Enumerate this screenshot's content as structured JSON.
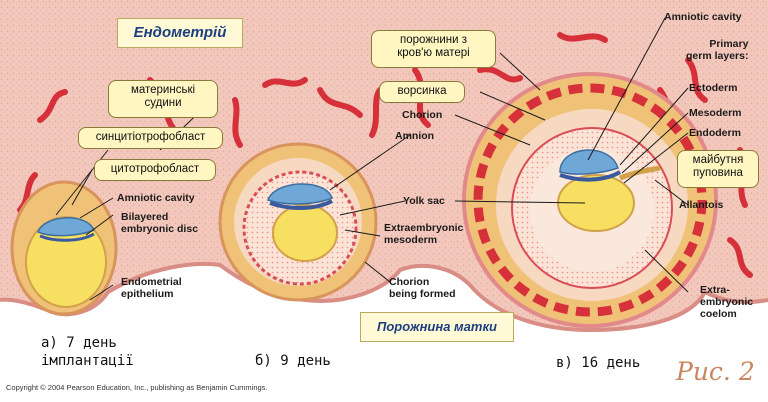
{
  "title_endometrium": "Ендометрій",
  "uterine_cavity": "Порожнина матки",
  "stage_a": {
    "line1": "а) 7 день",
    "line2": "імплантації"
  },
  "stage_b": "б) 9 день",
  "stage_c": "в) 16 день",
  "figure_label": "Рис. 2",
  "copyright": "Copyright © 2004 Pearson Education, Inc., publishing as Benjamin Cummings.",
  "ua_labels": {
    "maternal_vessels": "материнські\nсудини",
    "syncytiotrophoblast": "синцитіотрофобласт",
    "cytotrophoblast": "цитотрофобласт",
    "maternal_blood_cavities": "порожнини з\nкров'ю матері",
    "villi": "ворсинка",
    "future_umbilical_cord": "майбутня\nпуповина"
  },
  "en_labels": {
    "amniotic_cavity_a": "Amniotic cavity",
    "bilayered_disc": "Bilayered\nembryonic disc",
    "endometrial_epithelium": "Endometrial\nepithelium",
    "amnion": "Amnion",
    "yolk_sac": "Yolk sac",
    "extraembryonic_mesoderm": "Extraembryonic\nmesoderm",
    "chorion_being_formed": "Chorion\nbeing formed",
    "chorion": "Chorion",
    "amniotic_cavity_c": "Amniotic cavity",
    "primary_germ_layers": "Primary\ngerm layers:",
    "ectoderm": "Ectoderm",
    "mesoderm": "Mesoderm",
    "endoderm": "Endoderm",
    "allantois": "Allantois",
    "extraembryonic_coelom": "Extra-\nembryonic\ncoelom"
  },
  "colors": {
    "endometrium": "#f2c4b8",
    "vessel": "#d6303a",
    "trophoblast": "#f0c278",
    "yolk": "#f7df62",
    "amnion_blue": "#6fa8d6",
    "label_box": "#fff6c2",
    "title_text": "#1c3f80",
    "figure_label": "#c9865f"
  }
}
